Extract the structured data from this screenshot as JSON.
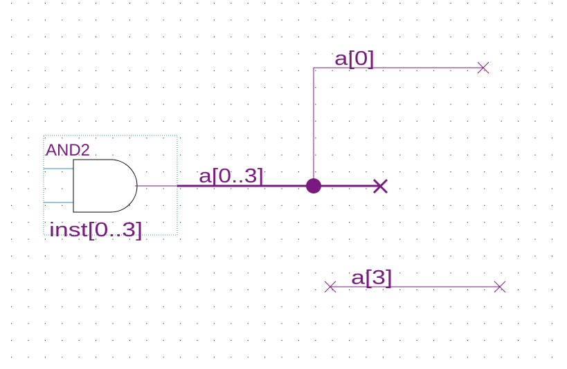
{
  "schematic": {
    "gate": {
      "type_label": "AND2",
      "instance_label": "inst[0..3]",
      "symbol": "and-gate-icon"
    },
    "bus": {
      "label": "a[0..3]"
    },
    "wire_top": {
      "label": "a[0]"
    },
    "wire_bottom": {
      "label": "a[3]"
    }
  },
  "colors": {
    "wire": "#7a1a80",
    "gate_outline": "#000000",
    "gate_input": "#2a8fb0",
    "selection_box": "#2a8fb0",
    "grid_dot": "#3a3a3a",
    "background": "#ffffff"
  }
}
